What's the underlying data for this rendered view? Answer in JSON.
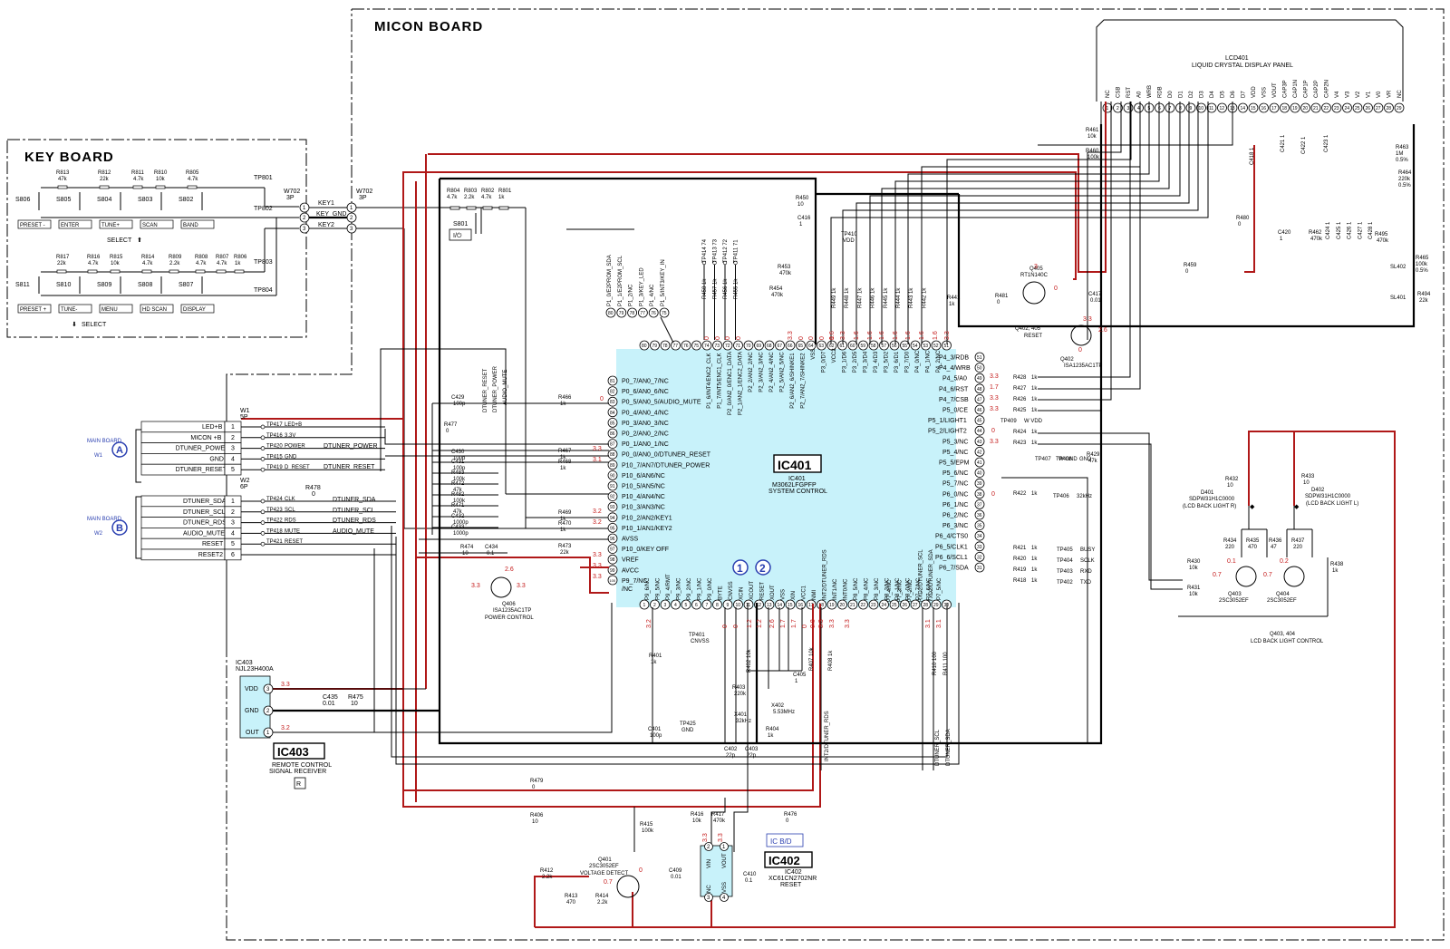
{
  "boards": {
    "key_board": "KEY BOARD",
    "micon_board": "MICON BOARD"
  },
  "key_board": {
    "switches_top": [
      {
        "sw": "S806",
        "label": "PRESET -"
      },
      {
        "sw": "S805",
        "label": "ENTER"
      },
      {
        "sw": "S804",
        "label": "TUNE+"
      },
      {
        "sw": "S803",
        "label": "SCAN"
      },
      {
        "sw": "S802",
        "label": "BAND"
      }
    ],
    "switches_bottom": [
      {
        "sw": "S811",
        "label": "PRESET +"
      },
      {
        "sw": "S810",
        "label": "TUNE-"
      },
      {
        "sw": "S809",
        "label": "MENU"
      },
      {
        "sw": "S808",
        "label": "HD SCAN"
      },
      {
        "sw": "S807",
        "label": "DISPLAY"
      }
    ],
    "resistors_top": [
      {
        "ref": "R813",
        "val": "47k"
      },
      {
        "ref": "R812",
        "val": "22k"
      },
      {
        "ref": "R811",
        "val": "4.7k"
      },
      {
        "ref": "R810",
        "val": "10k"
      },
      {
        "ref": "R805",
        "val": "4.7k"
      }
    ],
    "resistors_bottom": [
      {
        "ref": "R817",
        "val": "22k"
      },
      {
        "ref": "R816",
        "val": "4.7k"
      },
      {
        "ref": "R815",
        "val": "10k"
      },
      {
        "ref": "R814",
        "val": "4.7k"
      },
      {
        "ref": "R809",
        "val": "2.2k"
      },
      {
        "ref": "R808",
        "val": "4.7k"
      },
      {
        "ref": "R807",
        "val": "4.7k"
      },
      {
        "ref": "R806",
        "val": "1k"
      }
    ],
    "test_points": [
      "TP801",
      "TP802",
      "TP803",
      "TP804"
    ],
    "select_up": "SELECT",
    "select_down": "SELECT",
    "connector": "W702",
    "connector_pins": "3P"
  },
  "w702": {
    "ref": "W702",
    "pins": "3P",
    "signals": [
      "KEY1",
      "KEY_GND",
      "KEY2"
    ]
  },
  "key_resistors": [
    {
      "ref": "R804",
      "val": "4.7k"
    },
    {
      "ref": "R803",
      "val": "2.2k"
    },
    {
      "ref": "R802",
      "val": "4.7k"
    },
    {
      "ref": "R801",
      "val": "1k"
    }
  ],
  "power_switch": {
    "ref": "S801",
    "symbol": "I/⏻"
  },
  "main_board_a": {
    "title": "MAIN BOARD",
    "sub": "W1",
    "marker": "A",
    "connector": "W1",
    "pins": "5P",
    "signals": [
      {
        "name": "LED+B",
        "pin": "1",
        "tp": "TP417",
        "tpn": "LED+B"
      },
      {
        "name": "MICON +B",
        "pin": "2",
        "tp": "TP416",
        "tpn": "3.3V"
      },
      {
        "name": "DTUNER_POWER",
        "pin": "3",
        "tp": "TP420",
        "tpn": "POWER"
      },
      {
        "name": "GND",
        "pin": "4",
        "tp": "TP415",
        "tpn": "GND"
      },
      {
        "name": "DTUNER_RESET",
        "pin": "5",
        "tp": "TP419",
        "tpn": "D_RESET"
      }
    ],
    "net_labels": [
      "DTUNER_POWER",
      "DTUNER_RESET"
    ]
  },
  "main_board_b": {
    "title": "MAIN BOARD",
    "sub": "W2",
    "marker": "B",
    "connector": "W2",
    "pins": "6P",
    "signals": [
      {
        "name": "DTUNER_SDA",
        "pin": "1",
        "tp": "TP424",
        "tpn": "CLK"
      },
      {
        "name": "DTUNER_SCL",
        "pin": "2",
        "tp": "TP423",
        "tpn": "SCL"
      },
      {
        "name": "DTUNER_RDS",
        "pin": "3",
        "tp": "TP422",
        "tpn": "RDS"
      },
      {
        "name": "AUDIO_MUTE",
        "pin": "4",
        "tp": "TP418",
        "tpn": "MUTE"
      },
      {
        "name": "RESET",
        "pin": "5",
        "tp": "TP421",
        "tpn": "RESET"
      },
      {
        "name": "RESET2",
        "pin": "6",
        "tp": "",
        "tpn": ""
      }
    ],
    "net_labels": [
      "DTUNER_SDA",
      "DTUNER_SCL",
      "DTUNER_RDS",
      "AUDIO_MUTE"
    ],
    "r478": "R478",
    "r478_val": "0"
  },
  "ic401": {
    "ref": "IC401",
    "label": "IC401",
    "part": "M3062LFGPFP",
    "function": "SYSTEM CONTROL",
    "left_pins": [
      {
        "n": "81",
        "name": "P0_7/AN0_7/NC"
      },
      {
        "n": "82",
        "name": "P0_6/AN0_6/NC"
      },
      {
        "n": "83",
        "name": "P0_5/AN0_5/AUDIO_MUTE"
      },
      {
        "n": "84",
        "name": "P0_4/AN0_4/NC"
      },
      {
        "n": "85",
        "name": "P0_3/AN0_3/NC"
      },
      {
        "n": "86",
        "name": "P0_2/AN0_2/NC"
      },
      {
        "n": "87",
        "name": "P0_1/AN0_1/NC"
      },
      {
        "n": "88",
        "name": "P0_0/AN0_0/DTUNER_RESET"
      },
      {
        "n": "89",
        "name": "P10_7/AN7/DTUNER_POWER"
      },
      {
        "n": "90",
        "name": "P10_6/AN6/NC"
      },
      {
        "n": "91",
        "name": "P10_5/AN5/NC"
      },
      {
        "n": "92",
        "name": "P10_4/AN4/NC"
      },
      {
        "n": "93",
        "name": "P10_3/AN3/NC"
      },
      {
        "n": "94",
        "name": "P10_2/AN2/KEY1"
      },
      {
        "n": "95",
        "name": "P10_1/AN1/KEY2"
      },
      {
        "n": "96",
        "name": "AVSS"
      },
      {
        "n": "97",
        "name": "P10_0/KEY OFF"
      },
      {
        "n": "98",
        "name": "VREF"
      },
      {
        "n": "99",
        "name": "AVCC"
      },
      {
        "n": "",
        "name": "P9_7/NC"
      }
    ],
    "right_pins": [
      {
        "n": "51",
        "name": "P4_3/RDB"
      },
      {
        "n": "50",
        "name": "P4_4/WRB"
      },
      {
        "n": "49",
        "name": "P4_5/A0"
      },
      {
        "n": "48",
        "name": "P4_6/RST"
      },
      {
        "n": "47",
        "name": "P4_7/CSB"
      },
      {
        "n": "46",
        "name": "P5_0/CE"
      },
      {
        "n": "45",
        "name": "P5_1/LIGHT1"
      },
      {
        "n": "44",
        "name": "P5_2/LIGHT2"
      },
      {
        "n": "43",
        "name": "P5_3/NC"
      },
      {
        "n": "42",
        "name": "P5_4/NC"
      },
      {
        "n": "41",
        "name": "P5_5/EPM"
      },
      {
        "n": "40",
        "name": "P5_6/NC"
      },
      {
        "n": "39",
        "name": "P5_7/NC"
      },
      {
        "n": "38",
        "name": "P6_0/NC"
      },
      {
        "n": "37",
        "name": "P6_1/NC"
      },
      {
        "n": "36",
        "name": "P6_2/NC"
      },
      {
        "n": "35",
        "name": "P6_3/NC"
      },
      {
        "n": "34",
        "name": "P6_4/CTS0"
      },
      {
        "n": "33",
        "name": "P6_5/CLK1"
      },
      {
        "n": "32",
        "name": "P6_6/SCL1"
      },
      {
        "n": "31",
        "name": "P6_7/SDA"
      }
    ],
    "top_pins": [
      "80",
      "79",
      "78",
      "77",
      "76",
      "75",
      "74",
      "73",
      "72",
      "71",
      "70",
      "69",
      "68",
      "67",
      "66",
      "65",
      "64",
      "63",
      "62",
      "61",
      "60",
      "59",
      "58",
      "57",
      "56",
      "55",
      "54",
      "53",
      "52",
      "51"
    ],
    "top_names": [
      "P1_6/INT4/ENC2_CLK",
      "P1_7/INT5/ENC1_CLK",
      "P2_0/AN2_0/ENC1_DATA",
      "P2_1/AN2_1/ENC2_DATA",
      "P2_2/AN2_2/NC",
      "P2_3/AN2_3/NC",
      "P2_4/AN2_4/NC",
      "P2_5/AN2_5/NC",
      "P2_6/AN2_6/SHINKE1",
      "P2_7/AN2_7/SHINKE2",
      "VSS",
      "P3_0/D7",
      "VCC2",
      "P3_1/D6",
      "P3_2/D5",
      "P3_3/D4",
      "P3_4/D3",
      "P3_5/D2",
      "P3_6/D1",
      "P3_7/D0",
      "P4_0/NC",
      "P4_1/NC",
      "P4_2/NC"
    ],
    "bottom_pins": [
      "1",
      "2",
      "3",
      "4",
      "5",
      "6",
      "7",
      "8",
      "9",
      "10",
      "11",
      "12",
      "13",
      "14",
      "15",
      "16",
      "17",
      "18",
      "19",
      "20",
      "21",
      "22",
      "23",
      "24",
      "25",
      "26",
      "27",
      "28",
      "29",
      "30"
    ],
    "bottom_names": [
      "P9_6/NC",
      "P9_5/NC",
      "P9_4/RMT",
      "P9_3/NC",
      "P9_2/NC",
      "P9_1/NC",
      "P9_0/NC",
      "BYTE",
      "CNVSS",
      "XCIN",
      "XCOUT",
      "RESET",
      "XOUT",
      "VSS",
      "XIN",
      "VCC1",
      "NMI",
      "INT2/DTUNER_RDS",
      "INT1/NC",
      "INT0/NC",
      "P8_5/NC",
      "P8_4/NC",
      "P8_3/NC",
      "P8_2/NC",
      "P8_1/NC",
      "P8_0/NC",
      "P7_7/NC",
      "P7_6/NC",
      "P7_5/NC"
    ],
    "right_low_names": [
      "P7_4/NC",
      "P7_3/NC",
      "P7_2/NC",
      "RXD2/DTUNER_SCL",
      "TXD2/DTUNER_SDA"
    ]
  },
  "p1_pins": {
    "names": [
      "P1_0/E2PROM_SDA",
      "P1_1/E2PROM_SCL",
      "P1_2/NC",
      "P1_3/KEY_LED",
      "P1_4/NC",
      "P1_5/INT3/KEY_IN"
    ],
    "numbers": [
      "80",
      "79",
      "78",
      "77",
      "76",
      "75"
    ]
  },
  "lcd401": {
    "ref": "LCD401",
    "name": "LIQUID CRYSTAL DISPLAY PANEL",
    "pins": [
      "NC",
      "CSB",
      "RST",
      "A0",
      "WRB",
      "RDB",
      "D0",
      "D1",
      "D2",
      "D3",
      "D4",
      "D5",
      "D6",
      "D7",
      "VDD",
      "VSS",
      "VOUT",
      "CAP3P",
      "CAP1N",
      "CAP1P",
      "CAP2P",
      "CAP2N",
      "V4",
      "V3",
      "V2",
      "V1",
      "V0",
      "VR",
      "NC"
    ],
    "numbers": [
      "1",
      "2",
      "3",
      "4",
      "5",
      "6",
      "7",
      "8",
      "9",
      "10",
      "11",
      "12",
      "13",
      "14",
      "15",
      "16",
      "17",
      "18",
      "19",
      "20",
      "21",
      "22",
      "23",
      "24",
      "25",
      "26",
      "27",
      "28",
      "29"
    ]
  },
  "lcd_data_resistors": [
    {
      "ref": "R449",
      "val": "1k"
    },
    {
      "ref": "R448",
      "val": "1k"
    },
    {
      "ref": "R447",
      "val": "1k"
    },
    {
      "ref": "R446",
      "val": "1k"
    },
    {
      "ref": "R445",
      "val": "1k"
    },
    {
      "ref": "R444",
      "val": "1k"
    },
    {
      "ref": "R443",
      "val": "1k"
    },
    {
      "ref": "R442",
      "val": "1k"
    }
  ],
  "top_resistors": [
    {
      "ref": "R458",
      "val": "1k",
      "tp": "TP414",
      "tpn": "74"
    },
    {
      "ref": "R457",
      "val": "1k",
      "tp": "TP413",
      "tpn": "73"
    },
    {
      "ref": "R456",
      "val": "1k",
      "tp": "TP412",
      "tpn": "72"
    },
    {
      "ref": "R455",
      "val": "1k",
      "tp": "TP411",
      "tpn": "71"
    }
  ],
  "passives": {
    "R450": "R450",
    "R450v": "10",
    "C416": "C416",
    "C416v": "1",
    "TP410": "TP410",
    "TP410n": "VDD",
    "R453": "R453",
    "R453v": "470k",
    "R454": "R454",
    "R454v": "470k",
    "R441": "R441",
    "R441v": "1k",
    "R481": "R481",
    "R481v": "0",
    "R461": "R461",
    "R461v": "10k",
    "R460": "R460",
    "R460v": "100k",
    "C421": "C421",
    "C421v": "1",
    "C422": "C422",
    "C422v": "1",
    "C423": "C423",
    "C423v": "1",
    "C418": "C418",
    "C418v": "1",
    "R463": "R463",
    "R463v": "1M",
    "R463t": "0.5%",
    "R464": "R464",
    "R464v": "220k",
    "R464t": "0.5%",
    "R480": "R480",
    "R480v": "0",
    "C420": "C420",
    "C420v": "1",
    "R462": "R462",
    "R462v": "470k",
    "C424": "C424",
    "C425": "C425",
    "C426": "C426",
    "C427": "C427",
    "C428": "C428",
    "R495": "R495",
    "R495v": "470k",
    "R459": "R459",
    "R459v": "0",
    "R465": "R465",
    "R465v": "100k",
    "R465t": "0.5%",
    "R494": "R494",
    "R494v": "22k",
    "SL402": "SL402",
    "SL401": "SL401",
    "C417": "C417",
    "C417v": "0.01",
    "R466": "R466",
    "R466v": "1k",
    "C429": "C429",
    "C429v": "100p",
    "R477": "R477",
    "R477v": "0",
    "C430": "C430",
    "C430v": "100p",
    "C431": "C431",
    "C431v": "100p",
    "R483": "R483",
    "R483v": "100k",
    "R472": "R472",
    "R472v": "47k",
    "R482": "R482",
    "R482v": "100k",
    "R471": "R471",
    "R471v": "47k",
    "C432": "C432",
    "C432v": "1000p",
    "C433": "C433",
    "C433v": "1000p",
    "R467": "R467",
    "R467v": "1k",
    "R468": "R468",
    "R468v": "1k",
    "R469": "R469",
    "R469v": "1k",
    "R470": "R470",
    "R470v": "1k",
    "R474": "R474",
    "R474v": "10",
    "C434": "C434",
    "C434v": "0.1",
    "R473": "R473",
    "R473v": "22k",
    "R401": "R401",
    "R401v": "1k",
    "TP401": "TP401",
    "TP401n": "CNVSS",
    "R402": "R402",
    "R402v": "10k",
    "R403": "R403",
    "R403v": "220k",
    "X401": "X401",
    "X401v": "32kHz",
    "X402": "X402",
    "X402v": "5.53MHz",
    "C402": "C402",
    "C402v": "22p",
    "C403": "C403",
    "C403v": "22p",
    "R404": "R404",
    "R404v": "1k",
    "R407": "R407",
    "R407v": "10k",
    "R408": "R408",
    "R408v": "1k",
    "C405": "C405",
    "C405v": "1",
    "C401": "C401",
    "C401v": "100p",
    "TP425": "TP425",
    "TP425n": "GND",
    "R410": "R410",
    "R410v": "100",
    "R411": "R411",
    "R411v": "100",
    "C435": "C435",
    "C435v": "0.01",
    "R475": "R475",
    "R475v": "10",
    "R479": "R479",
    "R479v": "0",
    "R406": "R406",
    "R406v": "10",
    "R415": "R415",
    "R415v": "100k",
    "R416": "R416",
    "R416v": "10k",
    "R417": "R417",
    "R417v": "470k",
    "R476": "R476",
    "R476v": "0",
    "R412": "R412",
    "R412v": "2.2k",
    "R413": "R413",
    "R413v": "470",
    "R414": "R414",
    "R414v": "2.2k",
    "C409": "C409",
    "C409v": "0.01",
    "C410": "C410",
    "C410v": "0.1",
    "R428": "R428",
    "R428v": "1k",
    "R427": "R427",
    "R427v": "1k",
    "R426": "R426",
    "R426v": "1k",
    "R425": "R425",
    "R425v": "1k",
    "R424": "R424",
    "R424v": "1k",
    "R423": "R423",
    "R423v": "1k",
    "R429": "R429",
    "R429v": "47k",
    "R422": "R422",
    "R422v": "1k",
    "R421": "R421",
    "R421v": "1k",
    "R420": "R420",
    "R420v": "1k",
    "R419": "R419",
    "R419v": "1k",
    "R418": "R418",
    "R418v": "1k",
    "TP409": "TP409",
    "TP409n": "W VDD",
    "TP407": "TP407",
    "TP407n": "W GND",
    "TP408": "TP408",
    "TP408n": "GND",
    "TP406": "TP406",
    "TP406n": "32kHz",
    "TP405": "TP405",
    "TP405n": "BUSY",
    "TP404": "TP404",
    "TP404n": "SCLK",
    "TP403": "TP403",
    "TP403n": "RXD",
    "TP402": "TP402",
    "TP402n": "TXD",
    "R432": "R432",
    "R432v": "10",
    "R433": "R433",
    "R433v": "10",
    "R434": "R434",
    "R434v": "220",
    "R435": "R435",
    "R435v": "470",
    "R436": "R436",
    "R436v": "47",
    "R437": "R437",
    "R437v": "220",
    "R438": "R438",
    "R438v": "1k",
    "R430": "R430",
    "R430v": "10k",
    "R431": "R431",
    "R431v": "10k"
  },
  "transistors": {
    "Q405": "Q405",
    "Q405p": "RT1N140C",
    "Q402": "Q402",
    "Q402p": "ISA1235AC1TP",
    "Q402_405": "Q402, 405",
    "Q402_405f": "RESET",
    "Q406": "Q406",
    "Q406p": "ISA1235AC1TP",
    "Q406f": "POWER CONTROL",
    "Q401": "Q401",
    "Q401p": "2SC3052EF",
    "Q401f": "VOLTAGE DETECT",
    "Q403": "Q403",
    "Q403p": "2SC3052EF",
    "Q404": "Q404",
    "Q404p": "2SC3052EF",
    "Q403_404": "Q403, 404",
    "Q403_404f": "LCD BACK LIGHT CONTROL",
    "D401": "D401",
    "D401p": "SDPW31H1C0000",
    "D401f": "(LCD BACK LIGHT R)",
    "D402": "D402",
    "D402p": "SDPW31H1C0000",
    "D402f": "(LCD BACK LIGHT L)"
  },
  "ic403": {
    "ref": "IC403",
    "part": "NJL23H400A",
    "label": "IC403",
    "function1": "REMOTE CONTROL",
    "function2": "SIGNAL RECEIVER",
    "pins": [
      {
        "n": "3",
        "name": "VDD"
      },
      {
        "n": "2",
        "name": "GND"
      },
      {
        "n": "1",
        "name": "OUT"
      }
    ]
  },
  "ic402": {
    "ref": "IC402",
    "part": "XC61CN2702NR",
    "label": "IC402",
    "function": "RESET",
    "board_tag": "IC B/D",
    "pins": [
      "VIN",
      "VOUT",
      "NC",
      "VSS"
    ]
  },
  "markers": [
    "1",
    "2"
  ],
  "voltages": {
    "top": [
      "0",
      "0",
      "0",
      "0",
      "3.3",
      "0",
      "0",
      "0",
      "0",
      "1.6",
      "3.3",
      "1.6",
      "1.6",
      "1.6",
      "1.6",
      "1.6",
      "1.6",
      "1.6",
      "3.3"
    ],
    "left_83": "0",
    "left_88": "3.3",
    "left_89": "3.1",
    "left_94": "3.2",
    "left_95": "3.2",
    "left_97": "3.3",
    "left_98": "3.3",
    "left_99": "3.3",
    "right_50": "3.3",
    "right_49": "1.7",
    "right_48": "3.3",
    "right_47": "3.3",
    "right_45": "0",
    "right_44": "3.3",
    "right_39": "0",
    "q406": [
      "2.6",
      "3.3",
      "3.3"
    ],
    "q405": [
      "3",
      "0"
    ],
    "q402": [
      "3.3",
      "2.6",
      "0"
    ],
    "ic403_vdd": "3.3",
    "ic403_out": "3.2",
    "bottom": [
      "3.2",
      "0",
      "0",
      "1.2",
      "1.2",
      "2.6",
      "1.7",
      "1.7",
      "0",
      "0.8",
      "3.3",
      "3.3",
      "3.3",
      "3.1",
      "3.1"
    ],
    "q401": [
      "0.7",
      "0"
    ],
    "ic402": [
      "3.3",
      "3.3"
    ],
    "q403": [
      "0.1",
      "0.7"
    ],
    "q404": [
      "0.2",
      "0.7"
    ]
  },
  "colors": {
    "ic_fill": "#c8f2fa",
    "trace_red": "#b01818",
    "volt_red": "#c41a1a",
    "marker_blue": "#2a3fb0"
  }
}
